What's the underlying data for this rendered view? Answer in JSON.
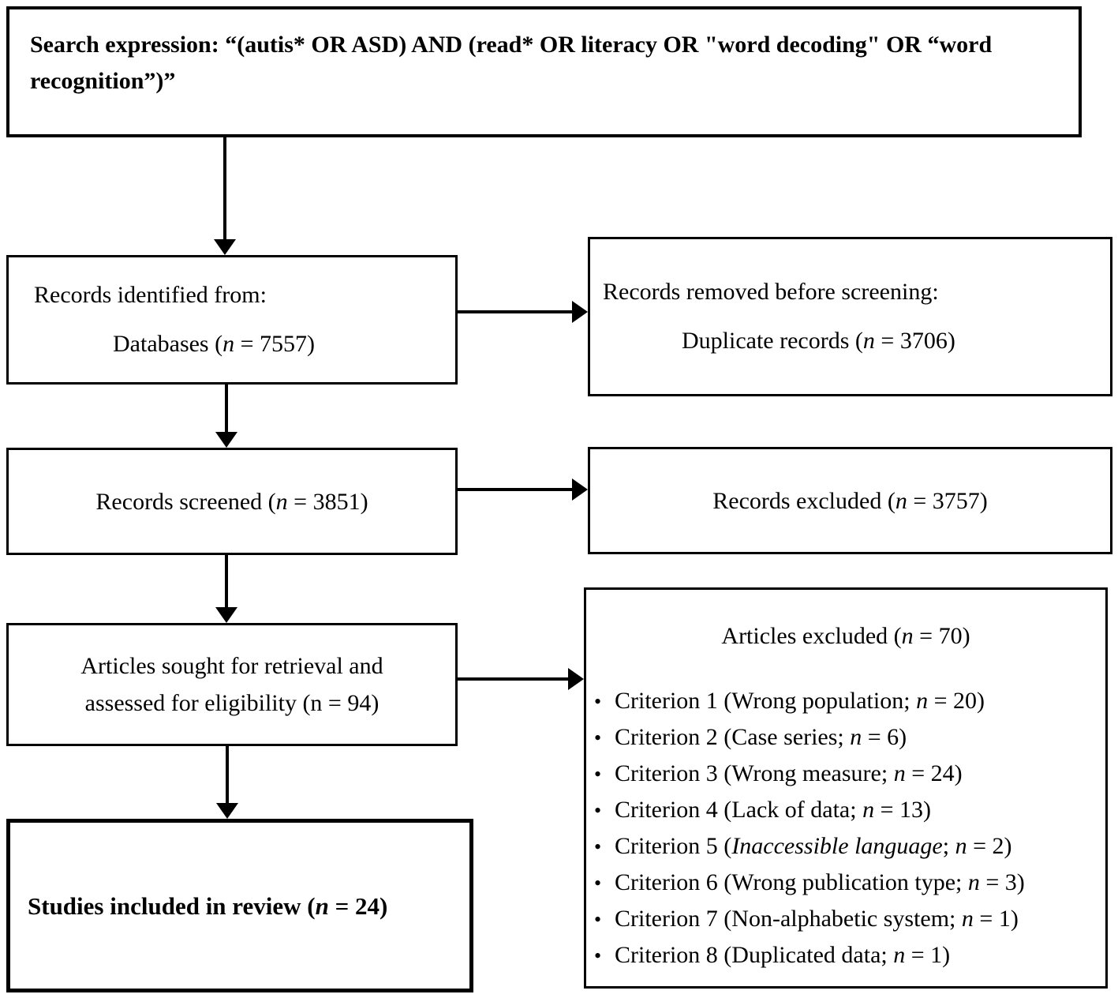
{
  "search_box": {
    "label": "Search expression: ",
    "query": "“(autis* OR ASD) AND (read* OR literacy OR \"word decoding\" OR “word recognition”)”"
  },
  "bullet_char": "•",
  "colors": {
    "border": "#000000",
    "text": "#000000",
    "background": "#ffffff"
  },
  "boxes": {
    "identified": {
      "line1": [
        {
          "t": "Records identified from:"
        }
      ],
      "line2": [
        {
          "t": "Databases ("
        },
        {
          "t": "n",
          "i": true
        },
        {
          "t": " = 7557)"
        }
      ]
    },
    "removed": {
      "line1": [
        {
          "t": "Records removed before screening:"
        }
      ],
      "line2": [
        {
          "t": "Duplicate records ("
        },
        {
          "t": "n",
          "i": true
        },
        {
          "t": " = 3706)"
        }
      ]
    },
    "screened": {
      "line1": [
        {
          "t": "Records screened ("
        },
        {
          "t": "n",
          "i": true
        },
        {
          "t": " = 3851)"
        }
      ]
    },
    "excluded": {
      "line1": [
        {
          "t": "Records excluded ("
        },
        {
          "t": "n",
          "i": true
        },
        {
          "t": " = 3757)"
        }
      ]
    },
    "sought": {
      "line1": [
        {
          "t": "Articles sought for retrieval and"
        }
      ],
      "line2": [
        {
          "t": "assessed for eligibility (n = 94)"
        }
      ]
    },
    "articles_excluded": {
      "title": [
        {
          "t": "Articles excluded ("
        },
        {
          "t": "n",
          "i": true
        },
        {
          "t": " = 70)"
        }
      ],
      "items": [
        [
          {
            "t": "Criterion 1 (Wrong population; "
          },
          {
            "t": "n",
            "i": true
          },
          {
            "t": " = 20)"
          }
        ],
        [
          {
            "t": "Criterion 2 (Case series; "
          },
          {
            "t": "n",
            "i": true
          },
          {
            "t": " = 6)"
          }
        ],
        [
          {
            "t": "Criterion 3 (Wrong measure; "
          },
          {
            "t": "n",
            "i": true
          },
          {
            "t": " = 24)"
          }
        ],
        [
          {
            "t": "Criterion 4 (Lack of data; "
          },
          {
            "t": "n",
            "i": true
          },
          {
            "t": " = 13)"
          }
        ],
        [
          {
            "t": "Criterion 5 ("
          },
          {
            "t": "Inaccessible language",
            "i": true
          },
          {
            "t": "; "
          },
          {
            "t": "n",
            "i": true
          },
          {
            "t": " = 2)"
          }
        ],
        [
          {
            "t": "Criterion 6 (Wrong publication type; "
          },
          {
            "t": "n",
            "i": true
          },
          {
            "t": " = 3)"
          }
        ],
        [
          {
            "t": "Criterion 7 (Non-alphabetic system; "
          },
          {
            "t": "n",
            "i": true
          },
          {
            "t": " = 1)"
          }
        ],
        [
          {
            "t": "Criterion 8 (Duplicated data; "
          },
          {
            "t": "n",
            "i": true
          },
          {
            "t": " = 1)"
          }
        ]
      ]
    },
    "included": {
      "line1": [
        {
          "t": "Studies included in review ("
        },
        {
          "t": "n",
          "i": true
        },
        {
          "t": " = 24)"
        }
      ]
    }
  }
}
